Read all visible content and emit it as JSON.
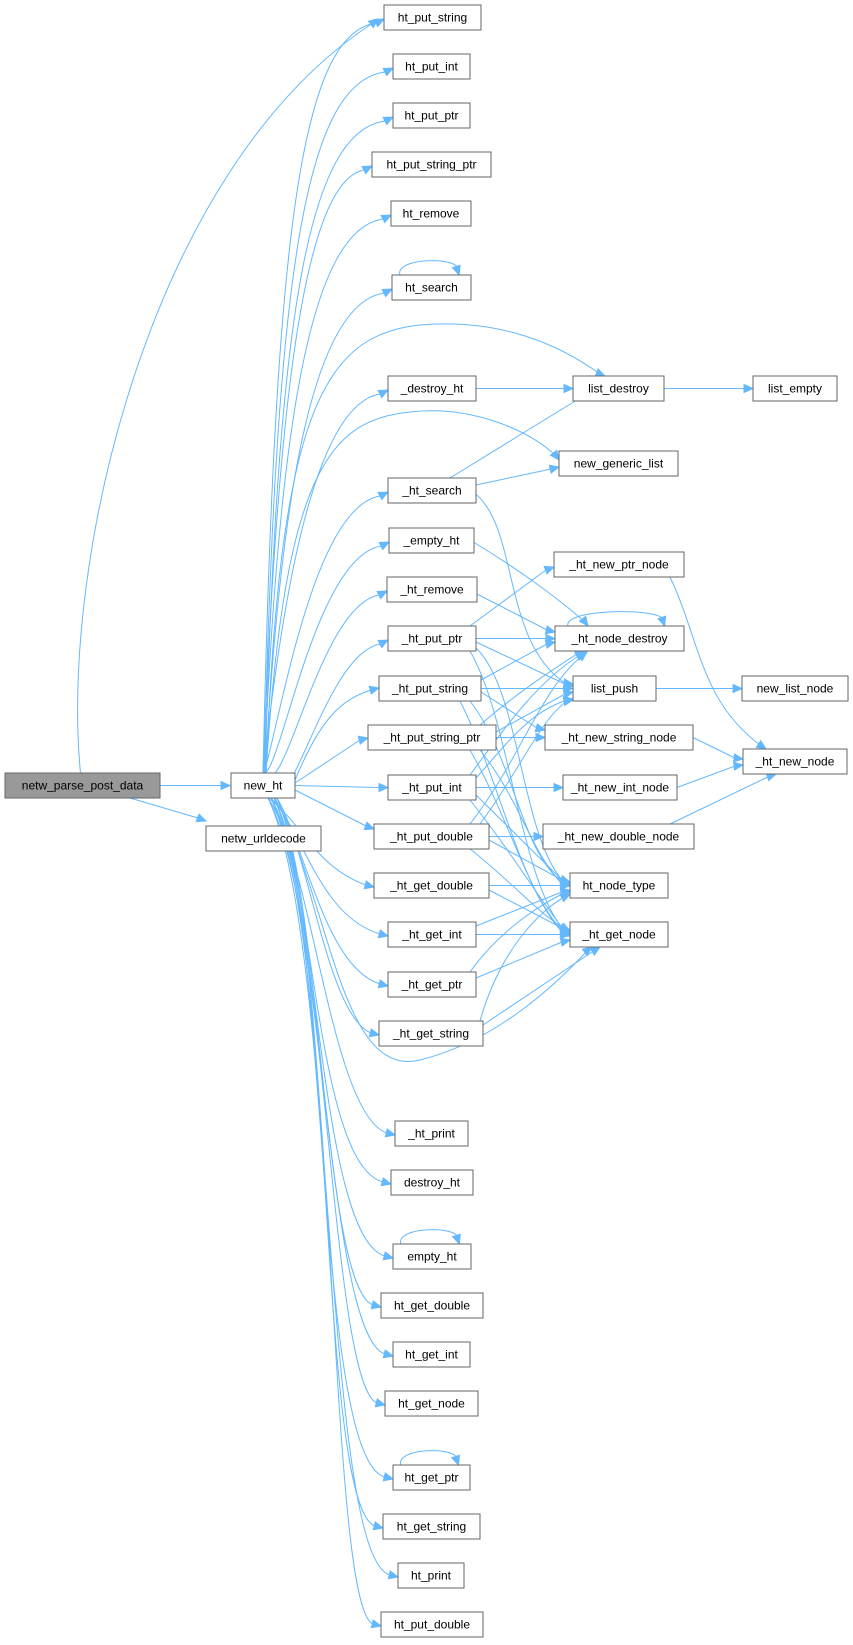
{
  "nodes": {
    "netw_parse_post_data": "netw_parse_post_data",
    "new_ht": "new_ht",
    "netw_urldecode": "netw_urldecode",
    "ht_put_string": "ht_put_string",
    "ht_put_int": "ht_put_int",
    "ht_put_ptr": "ht_put_ptr",
    "ht_put_string_ptr": "ht_put_string_ptr",
    "ht_remove": "ht_remove",
    "ht_search": "ht_search",
    "_destroy_ht": "_destroy_ht",
    "list_destroy": "list_destroy",
    "list_empty": "list_empty",
    "new_generic_list": "new_generic_list",
    "_ht_search": "_ht_search",
    "_empty_ht": "_empty_ht",
    "_ht_new_ptr_node": "_ht_new_ptr_node",
    "_ht_remove": "_ht_remove",
    "_ht_node_destroy": "_ht_node_destroy",
    "_ht_put_ptr": "_ht_put_ptr",
    "list_push": "list_push",
    "new_list_node": "new_list_node",
    "_ht_put_string": "_ht_put_string",
    "_ht_put_string_ptr": "_ht_put_string_ptr",
    "_ht_new_string_node": "_ht_new_string_node",
    "_ht_new_node": "_ht_new_node",
    "_ht_put_int": "_ht_put_int",
    "_ht_new_int_node": "_ht_new_int_node",
    "_ht_put_double": "_ht_put_double",
    "_ht_new_double_node": "_ht_new_double_node",
    "_ht_get_double": "_ht_get_double",
    "ht_node_type": "ht_node_type",
    "_ht_get_int": "_ht_get_int",
    "_ht_get_node": "_ht_get_node",
    "_ht_get_ptr": "_ht_get_ptr",
    "_ht_get_string": "_ht_get_string",
    "_ht_print": "_ht_print",
    "destroy_ht": "destroy_ht",
    "empty_ht": "empty_ht",
    "ht_get_double": "ht_get_double",
    "ht_get_int": "ht_get_int",
    "ht_get_node": "ht_get_node",
    "ht_get_ptr": "ht_get_ptr",
    "ht_get_string": "ht_get_string",
    "ht_print": "ht_print",
    "ht_put_double": "ht_put_double"
  },
  "colors": {
    "edge": "#63b8ff",
    "node_border": "#666666",
    "root_fill": "#999999"
  }
}
